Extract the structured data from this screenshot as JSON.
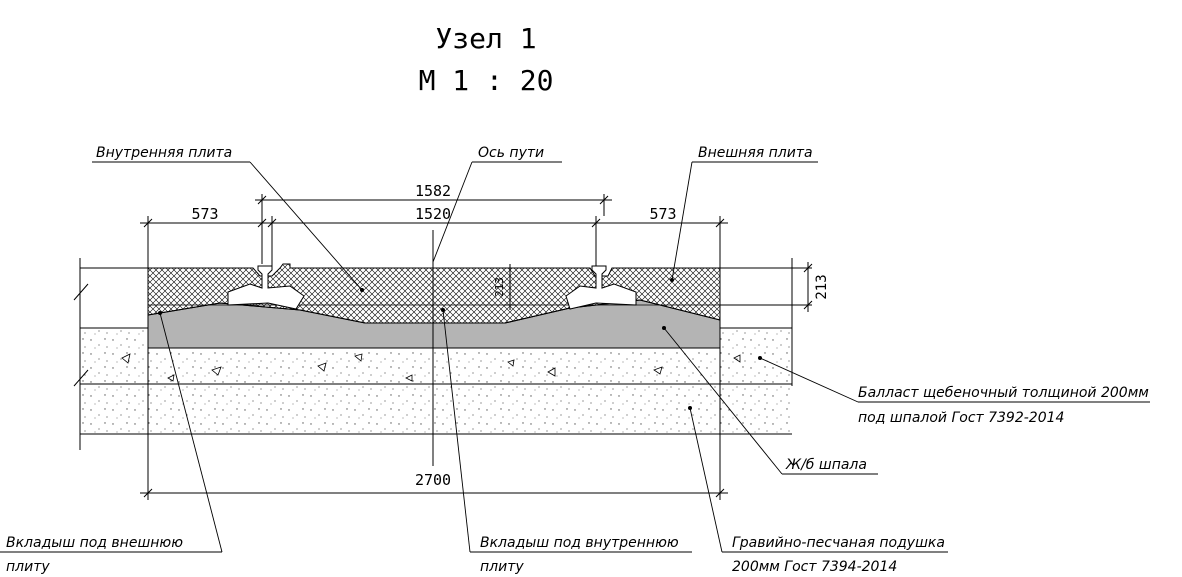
{
  "title": {
    "line1": "Узел 1",
    "line2": "М 1 : 20"
  },
  "dimensions": {
    "left_573": "573",
    "right_573": "573",
    "gauge_1582": "1582",
    "gauge_1520": "1520",
    "slab_213_inner": "213",
    "slab_213_outer": "213",
    "sleeper_2700": "2700"
  },
  "labels": {
    "inner_slab": "Внутренняя плита",
    "track_axis": "Ось пути",
    "outer_slab": "Внешняя плита",
    "ballast_line1": "Балласт щебеночный толщиной 200мм",
    "ballast_line2": "под шпалой  Гост 7392-2014",
    "sleeper": "Ж/б шпала",
    "outer_insert_line1": "Вкладыш под внешнюю",
    "outer_insert_line2": "плиту",
    "inner_insert_line1": "Вкладыш под внутреннюю",
    "inner_insert_line2": "плиту",
    "cushion_line1": "Гравийно-песчаная подушка",
    "cushion_line2": "200мм Гост 7394-2014"
  },
  "colors": {
    "sleeper_fill": "#b4b4b4",
    "line": "#000000"
  }
}
